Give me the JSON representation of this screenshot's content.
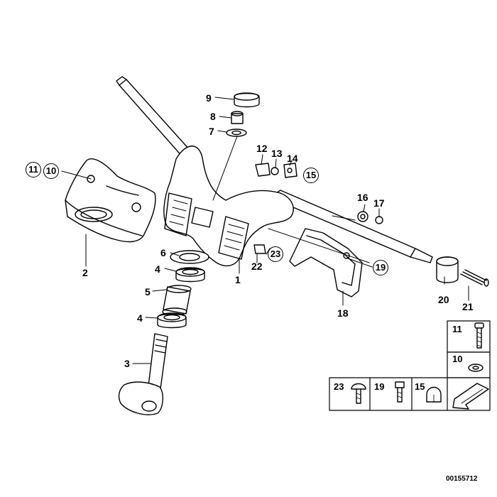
{
  "callouts": {
    "p1": "1",
    "p2": "2",
    "p3": "3",
    "p4a": "4",
    "p4b": "4",
    "p5": "5",
    "p6": "6",
    "p7": "7",
    "p8": "8",
    "p9": "9",
    "p10": "10",
    "p11": "11",
    "p12": "12",
    "p13": "13",
    "p14": "14",
    "p15": "15",
    "p16": "16",
    "p17": "17",
    "p18": "18",
    "p19": "19",
    "p20": "20",
    "p21": "21",
    "p22": "22",
    "p23": "23"
  },
  "legend": {
    "box11": "11",
    "box10": "10",
    "box23": "23",
    "box19": "19",
    "box15": "15"
  },
  "reference_number": "00155712"
}
